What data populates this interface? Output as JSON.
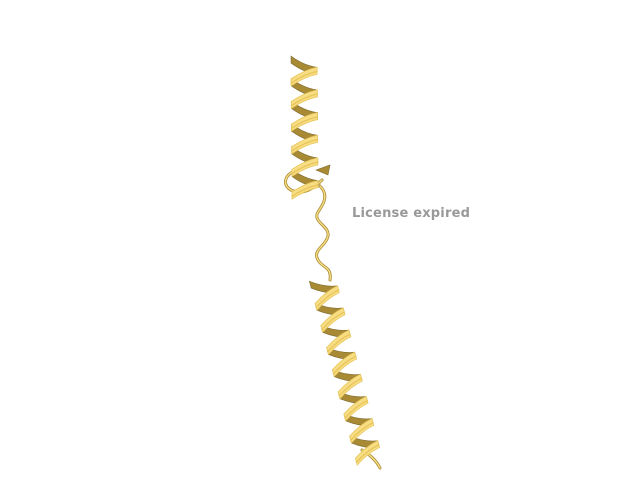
{
  "viewer": {
    "watermark_text": "License expired"
  },
  "colors": {
    "background": "#ffffff",
    "ribbon_light": "#F7DE84",
    "ribbon_mid": "#E9C65C",
    "ribbon_dark": "#A88A35",
    "ribbon_shadow": "#7E6A2E",
    "watermark": "#999999"
  },
  "molecule": {
    "representation": "cartoon",
    "secondary_structure": [
      "helix",
      "coil",
      "helix"
    ]
  }
}
